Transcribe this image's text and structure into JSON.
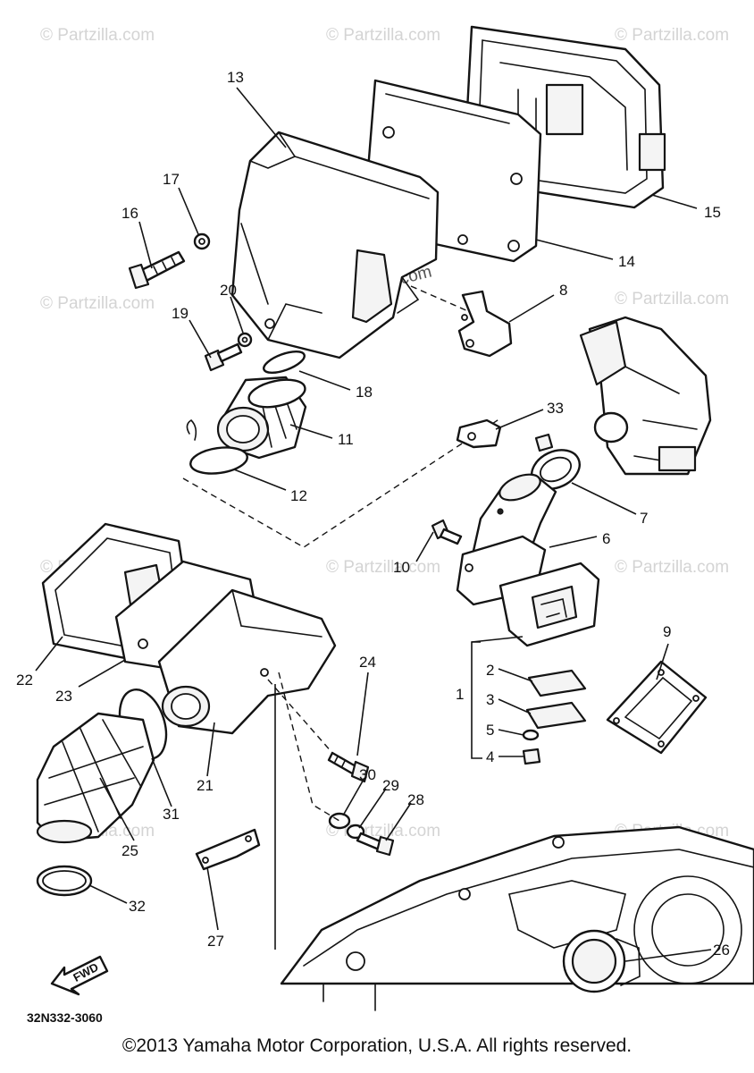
{
  "watermark": "© Partzilla.com",
  "diagram_code": "32N332-3060",
  "fwd_label": "FWD",
  "copyright": "©2013 Yamaha Motor Corporation, U.S.A. All rights reserved.",
  "callouts": [
    "13",
    "17",
    "16",
    "20",
    "19",
    "18",
    "11",
    "12",
    "15",
    "14",
    "8",
    "33",
    "7",
    "6",
    "10",
    "9",
    "2",
    "1",
    "3",
    "5",
    "4",
    "22",
    "23",
    "24",
    "21",
    "31",
    "25",
    "32",
    "30",
    "29",
    "28",
    "27",
    "26"
  ]
}
